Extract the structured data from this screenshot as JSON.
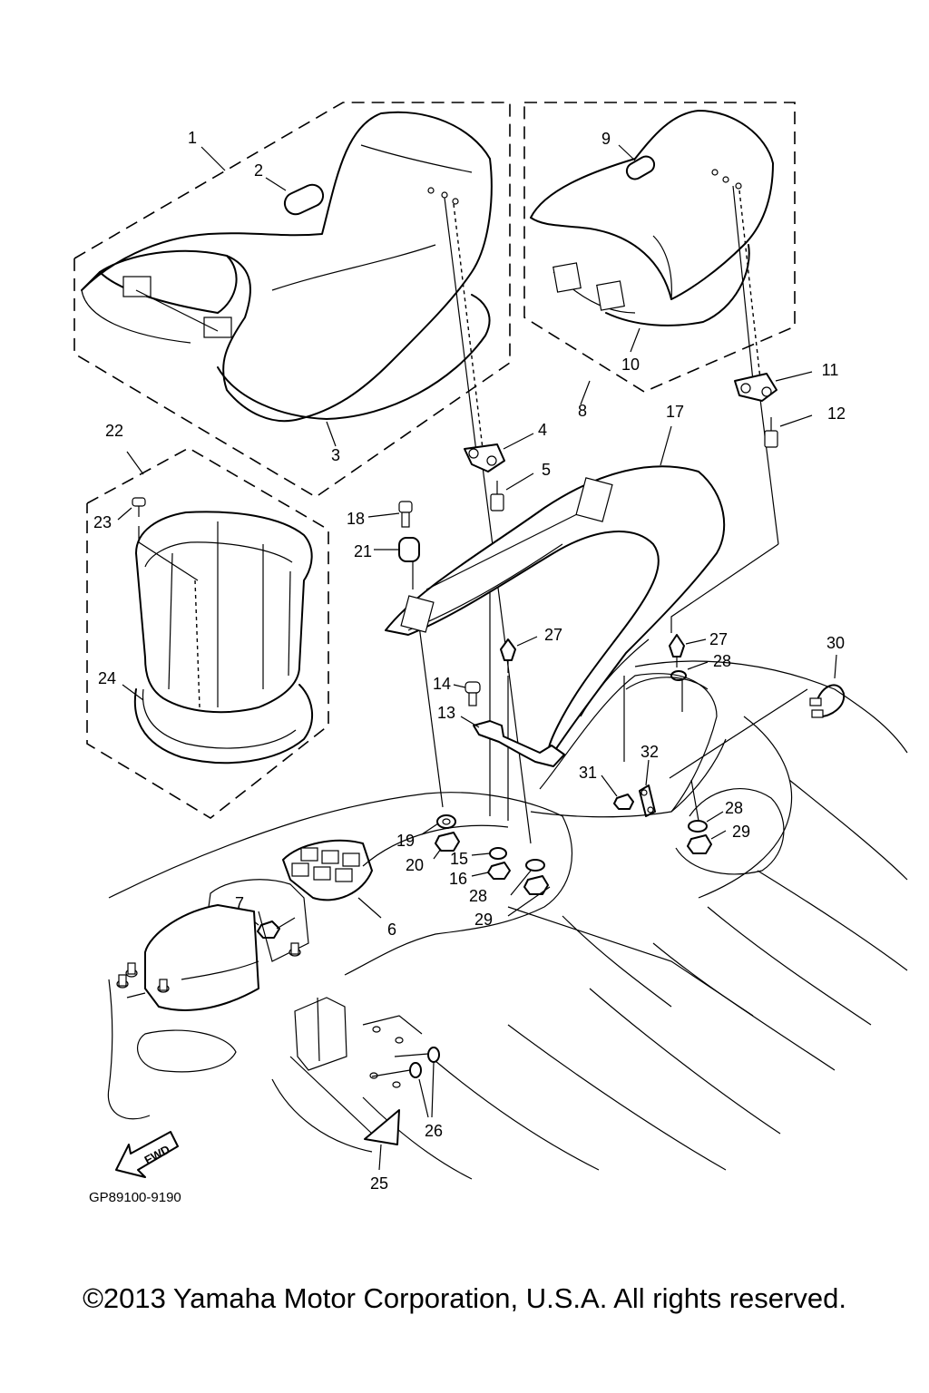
{
  "diagram": {
    "reference_code": "GP89100-9190",
    "fwd_label": "FWD",
    "callouts": [
      "1",
      "2",
      "3",
      "4",
      "5",
      "6",
      "7",
      "8",
      "9",
      "10",
      "11",
      "12",
      "13",
      "14",
      "15",
      "16",
      "17",
      "18",
      "19",
      "20",
      "21",
      "22",
      "23",
      "24",
      "25",
      "26",
      "27",
      "27",
      "28",
      "28",
      "28",
      "29",
      "29",
      "30",
      "31",
      "32"
    ]
  },
  "footer": {
    "copyright": "©2013 Yamaha Motor Corporation, U.S.A. All rights reserved."
  }
}
